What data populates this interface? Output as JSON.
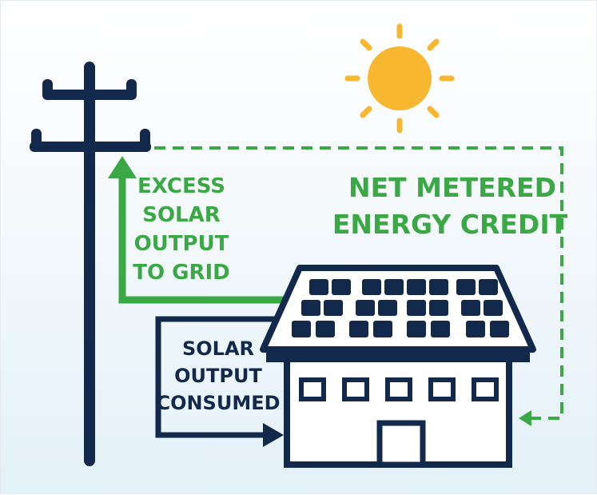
{
  "labels": {
    "excess": [
      "EXCESS",
      "SOLAR",
      "OUTPUT",
      "TO GRID"
    ],
    "consumed": [
      "SOLAR",
      "OUTPUT",
      "CONSUMED"
    ],
    "credit": [
      "NET METERED",
      "ENERGY CREDIT"
    ]
  },
  "icons": {
    "sun": "sun-icon",
    "pole": "utility-pole-icon",
    "house": "house-icon",
    "panels": "solar-panel-icon"
  },
  "colors": {
    "navy": "#13294b",
    "green": "#3aa845",
    "sun": "#f7b731",
    "white": "#ffffff"
  }
}
